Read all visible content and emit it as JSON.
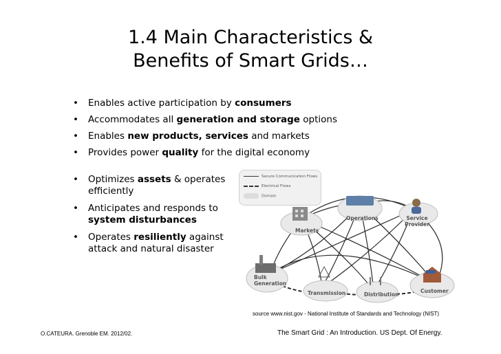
{
  "title": {
    "line1": "1.4 Main Characteristics &",
    "line2": "Benefits of Smart Grids…"
  },
  "bullets_top": [
    {
      "before": "Enables active participation by ",
      "bold": "consumers",
      "after": ""
    },
    {
      "before": "Accommodates all ",
      "bold": "generation and storage",
      "after": " options"
    },
    {
      "before": "Enables ",
      "bold": "new products, services",
      "after": " and markets"
    },
    {
      "before": "Provides power ",
      "bold": "quality",
      "after": " for the digital economy"
    }
  ],
  "bullets_left": [
    {
      "before": "Optimizes ",
      "bold": "assets",
      "after": " & operates efficiently"
    },
    {
      "before": "Anticipates and responds to ",
      "bold": "system disturbances",
      "after": ""
    },
    {
      "before": "Operates ",
      "bold": "resiliently",
      "after": " against attack and natural disaster"
    }
  ],
  "diagram": {
    "legend": [
      "Secure Communication Flows",
      "Electrical Flows",
      "Domain"
    ],
    "domains": {
      "markets": "Markets",
      "operations": "Operations",
      "service_provider_1": "Service",
      "service_provider_2": "Provider",
      "bulk_generation_1": "Bulk",
      "bulk_generation_2": "Generation",
      "transmission": "Transmission",
      "distribution": "Distribution",
      "customer": "Customer"
    },
    "colors": {
      "cloud": "#e9e9e9",
      "cloud_edge": "#bdbdbd",
      "comm_line": "#2a2a2a"
    }
  },
  "source": "source www.nist.gov - National Institute of Standards and Technology (NIST)",
  "footer_left": "O.CATEURA. Grenoble EM. 2012/02.",
  "footer_right": "The Smart Grid : An Introduction. US Dept. Of Energy."
}
